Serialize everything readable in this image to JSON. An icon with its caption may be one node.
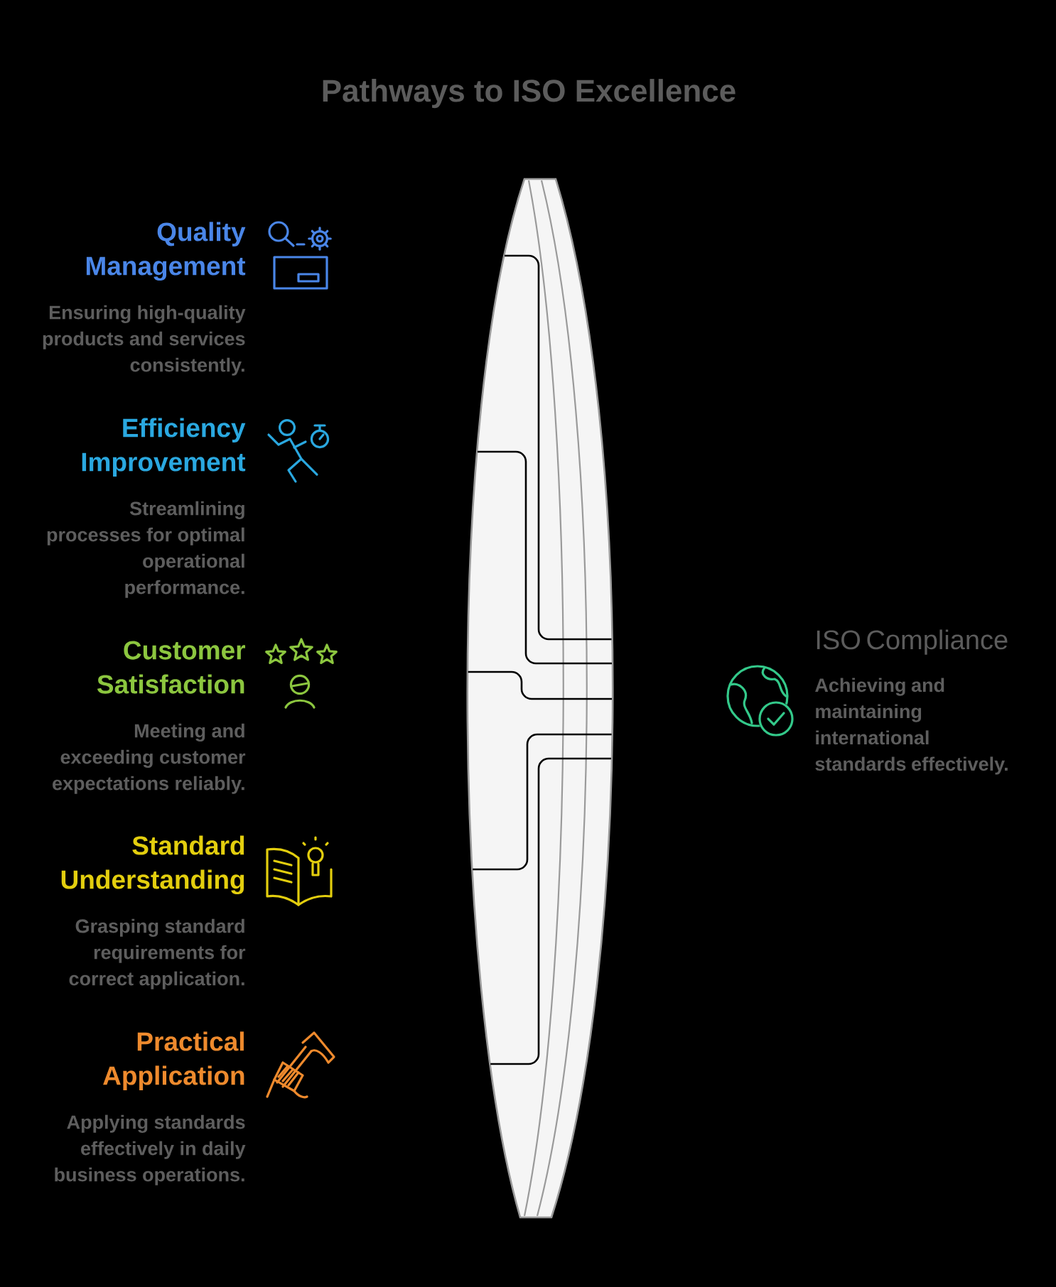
{
  "diagram": {
    "title": "Pathways to ISO Excellence",
    "nodes": [
      {
        "text": [
          "Quality Management",
          "Ensuring high-quality products and services consistently."
        ]
      },
      {
        "text": [
          "Efficiency Improvement",
          "Streamlining processes for optimal operational performance."
        ]
      },
      {
        "text": [
          "Customer Satisfaction",
          "Meeting and exceeding customer expectations reliably."
        ]
      },
      {
        "text": [
          "Standard Understanding",
          "Grasping standard requirements for correct application."
        ]
      },
      {
        "text": [
          "Practical Application",
          "Applying standards effectively in daily business operations."
        ]
      },
      {
        "text": [
          "ISO Compliance",
          "Achieving and maintaining international standards effectively."
        ]
      }
    ]
  }
}
